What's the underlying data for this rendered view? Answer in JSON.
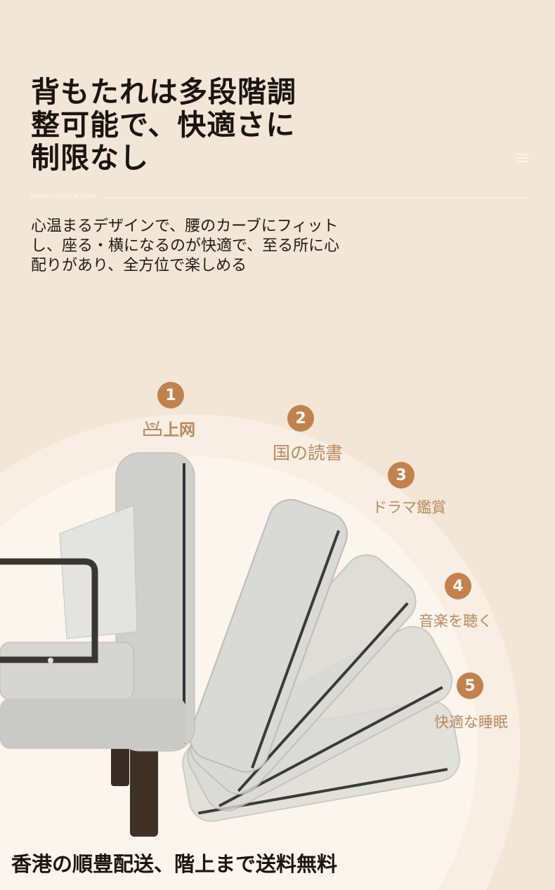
{
  "headline": [
    "背もたれは多段階調",
    "整可能で、快適さに",
    "制限なし"
  ],
  "tagline": "Space saving artifact",
  "description": [
    "心温まるデザインで、腰のカーブにフィット",
    "し、座る・横になるのが快適で、至る所に心",
    "配りがあり、全方位で楽しめる"
  ],
  "modes": [
    {
      "number": "1",
      "label": "上网",
      "icon": "router-icon"
    },
    {
      "number": "2",
      "label": "国の読書"
    },
    {
      "number": "3",
      "label": "ドラマ鑑賞"
    },
    {
      "number": "4",
      "label": "音楽を聴く"
    },
    {
      "number": "5",
      "label": "快適な睡眠"
    }
  ],
  "footer": "香港の順豊配送、階上まで送料無料",
  "colors": {
    "background": "#f3e6d6",
    "accent": "#c3824a",
    "label": "#b98a5e"
  }
}
